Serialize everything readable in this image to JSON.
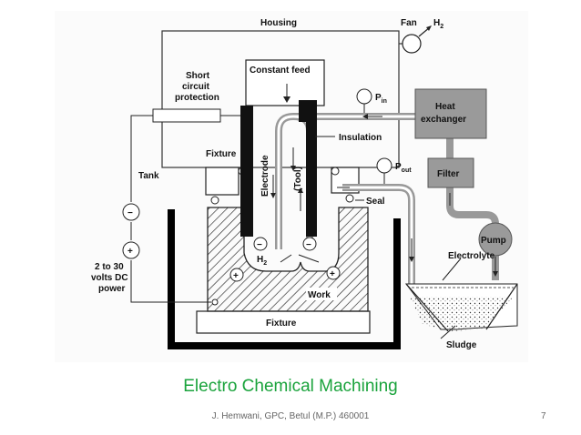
{
  "slide": {
    "title": "Electro  Chemical  Machining",
    "footer": "J. Hemwani, GPC, Betul (M.P.) 460001",
    "page_number": "7",
    "title_color": "#1aa33c"
  },
  "diagram": {
    "housing": "Housing",
    "fan": "Fan",
    "h2_fan": "H",
    "h2_fan_sub": "2",
    "short_circuit_1": "Short",
    "short_circuit_2": "circuit",
    "short_circuit_3": "protection",
    "constant_feed": "Constant feed",
    "p_in": "P",
    "p_in_sub": "in",
    "heat_exchanger_1": "Heat",
    "heat_exchanger_2": "exchanger",
    "insulation": "Insulation",
    "fixture_top": "Fixture",
    "electrode": "Electrode",
    "tool": "(Tool)",
    "p_out": "P",
    "p_out_sub": "out",
    "filter": "Filter",
    "tank": "Tank",
    "seal": "Seal",
    "pump": "Pump",
    "minus_sign": "−",
    "plus_sign": "+",
    "power_1": "2 to 30",
    "power_2": "volts DC",
    "power_3": "power",
    "h2_gap": "H",
    "h2_gap_sub": "2",
    "electrolyte": "Electrolyte",
    "work": "Work",
    "fixture_bottom": "Fixture",
    "sludge": "Sludge"
  }
}
